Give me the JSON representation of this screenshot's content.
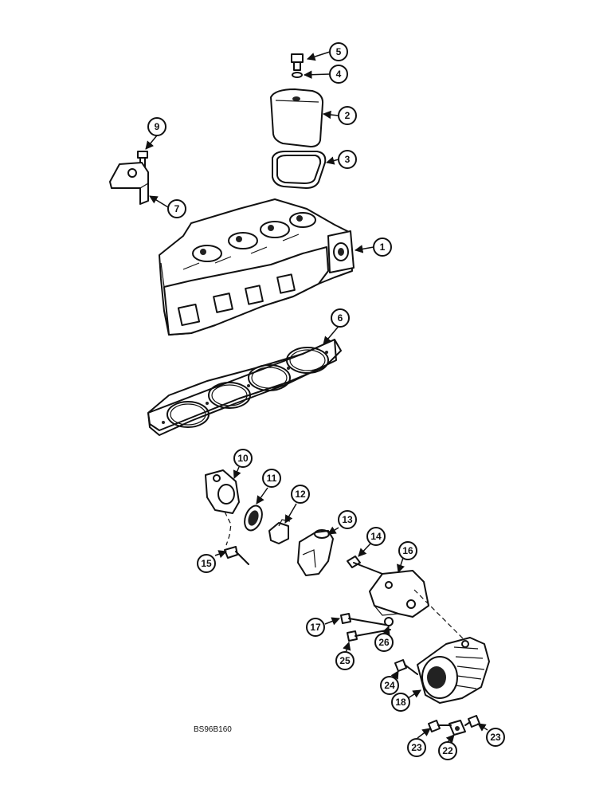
{
  "figure_id": "BS96B160",
  "callouts": [
    "1",
    "2",
    "3",
    "4",
    "5",
    "6",
    "7",
    "9",
    "10",
    "11",
    "12",
    "13",
    "14",
    "15",
    "16",
    "17",
    "18",
    "22",
    "23",
    "23",
    "24",
    "25",
    "26"
  ]
}
